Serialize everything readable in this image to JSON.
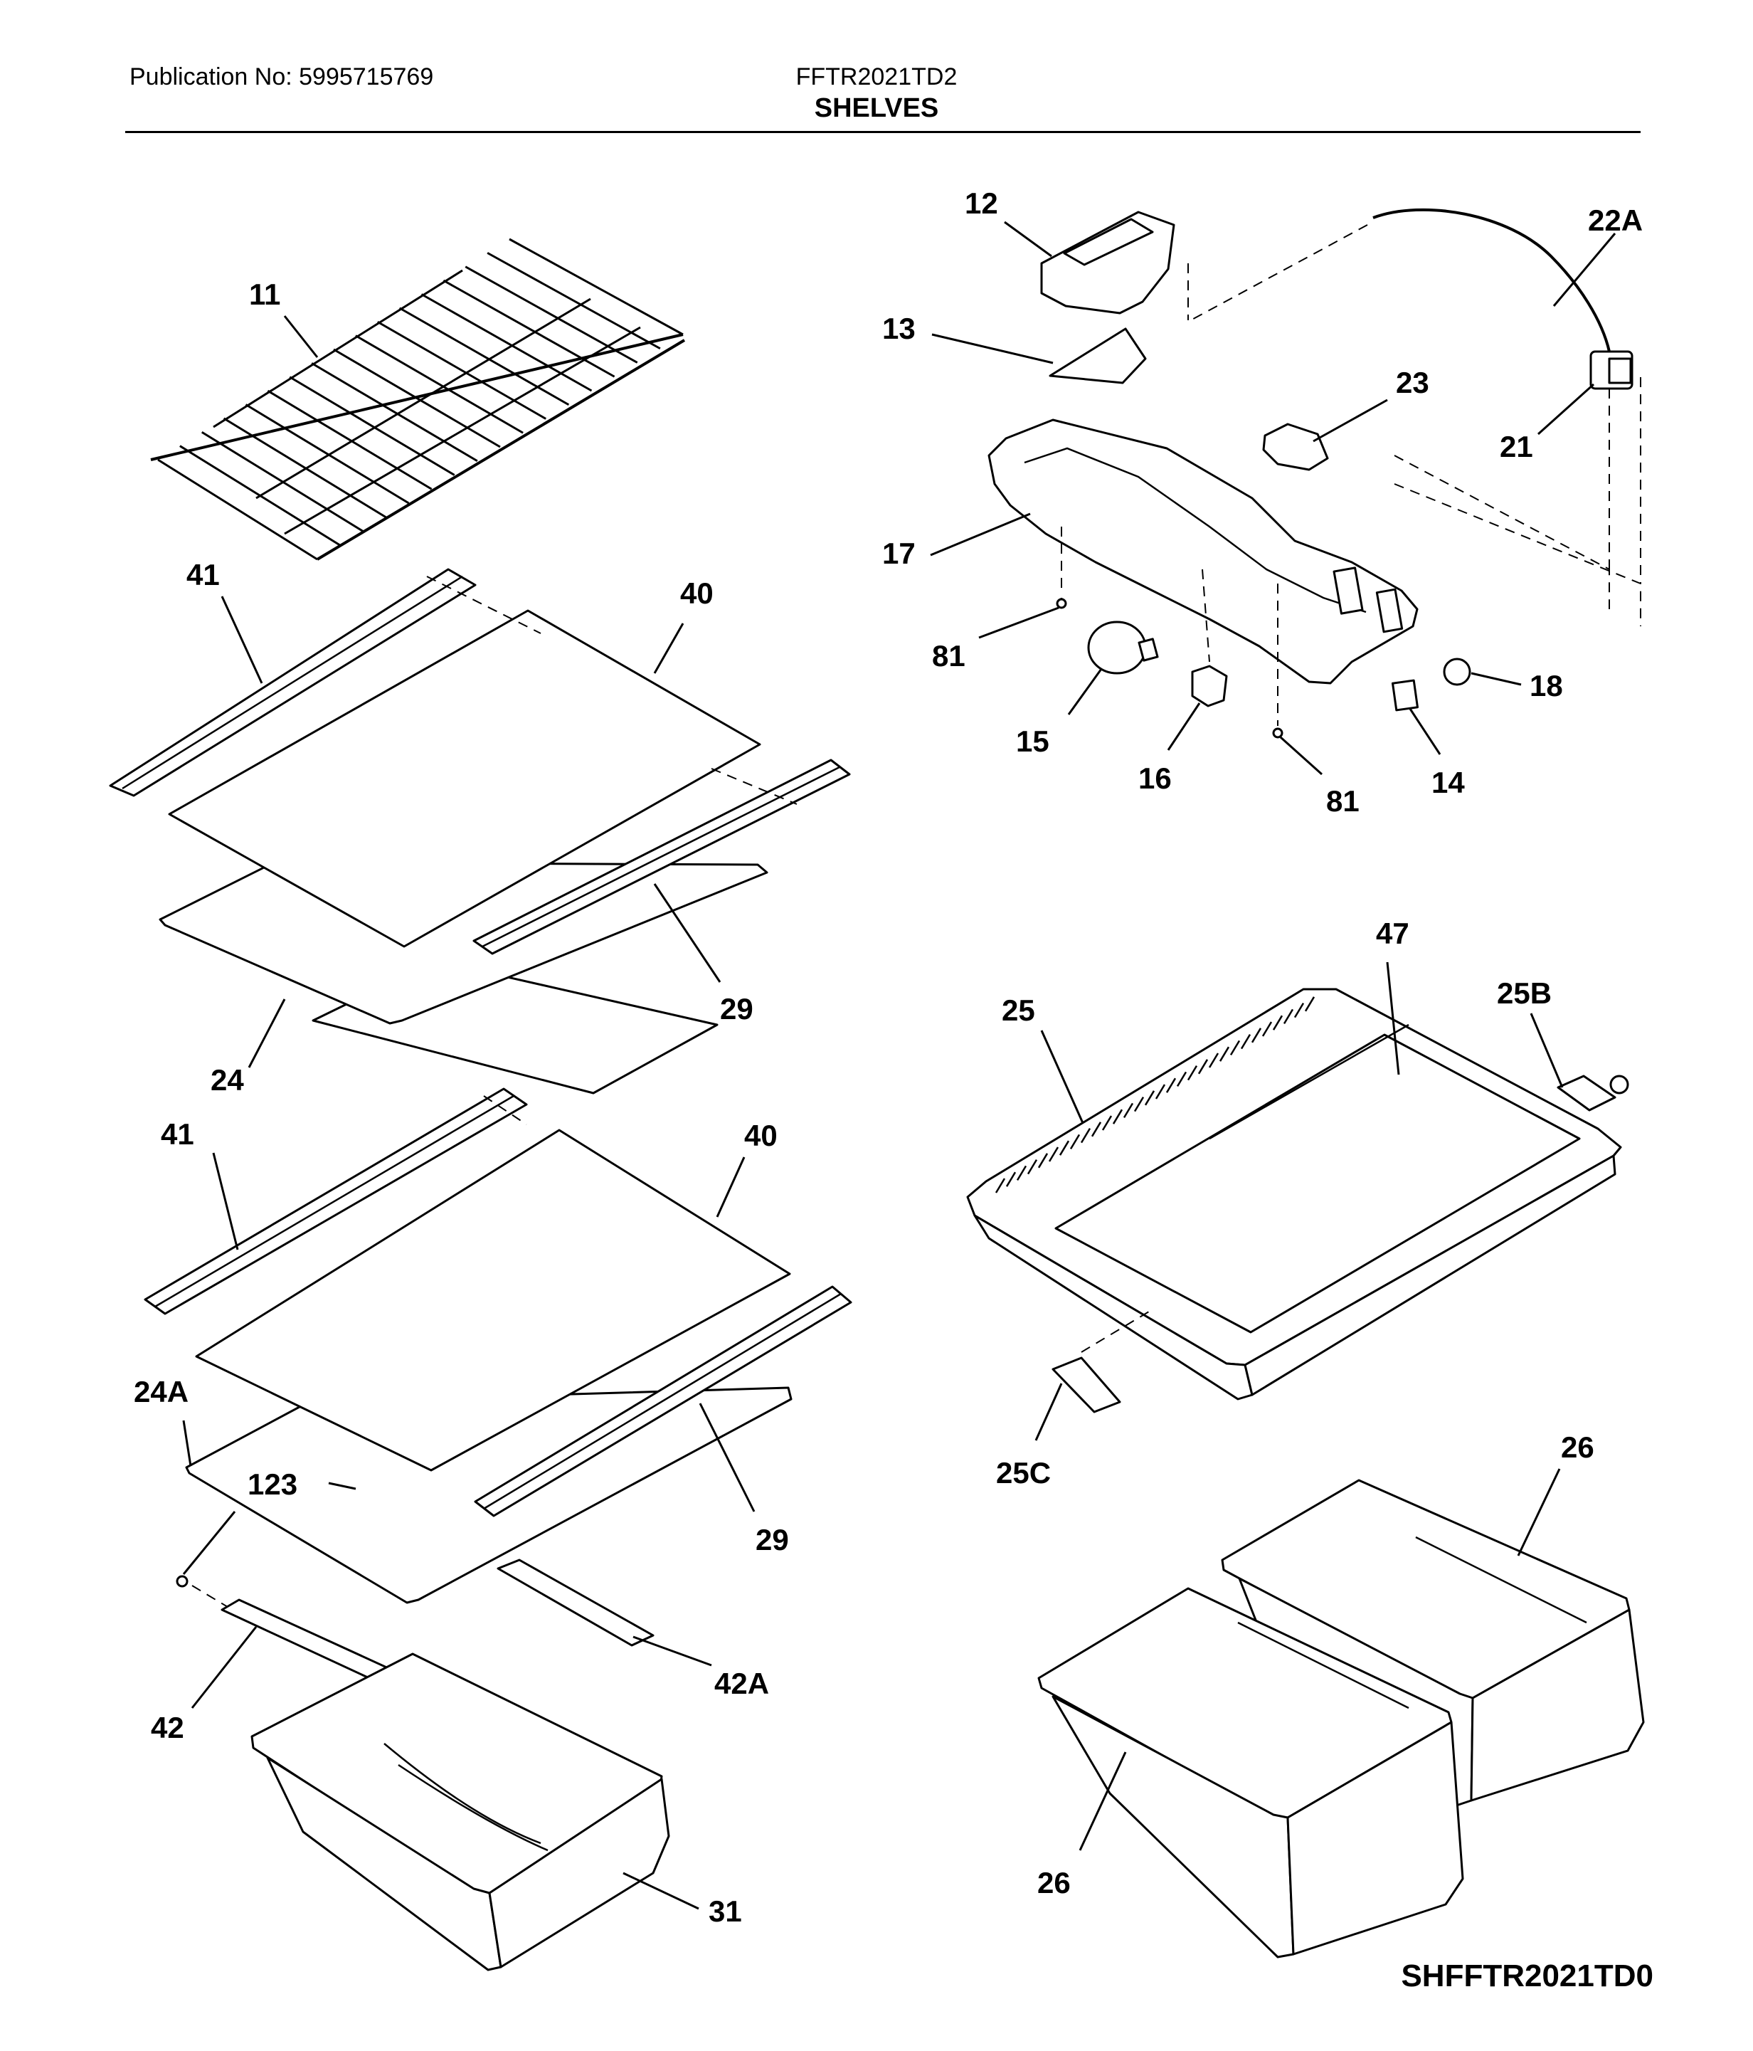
{
  "header": {
    "publication": "Publication No: 5995715769",
    "model": "FFTR2021TD2",
    "section": "SHELVES"
  },
  "footer": {
    "diagram_code": "SHFFTR2021TD0"
  },
  "callouts": [
    "11",
    "41",
    "40",
    "29",
    "24",
    "41",
    "40",
    "24A",
    "123",
    "29",
    "42A",
    "42",
    "31",
    "12",
    "22A",
    "13",
    "23",
    "21",
    "17",
    "81",
    "18",
    "15",
    "16",
    "81",
    "14",
    "47",
    "25",
    "25B",
    "25C",
    "26",
    "26"
  ]
}
